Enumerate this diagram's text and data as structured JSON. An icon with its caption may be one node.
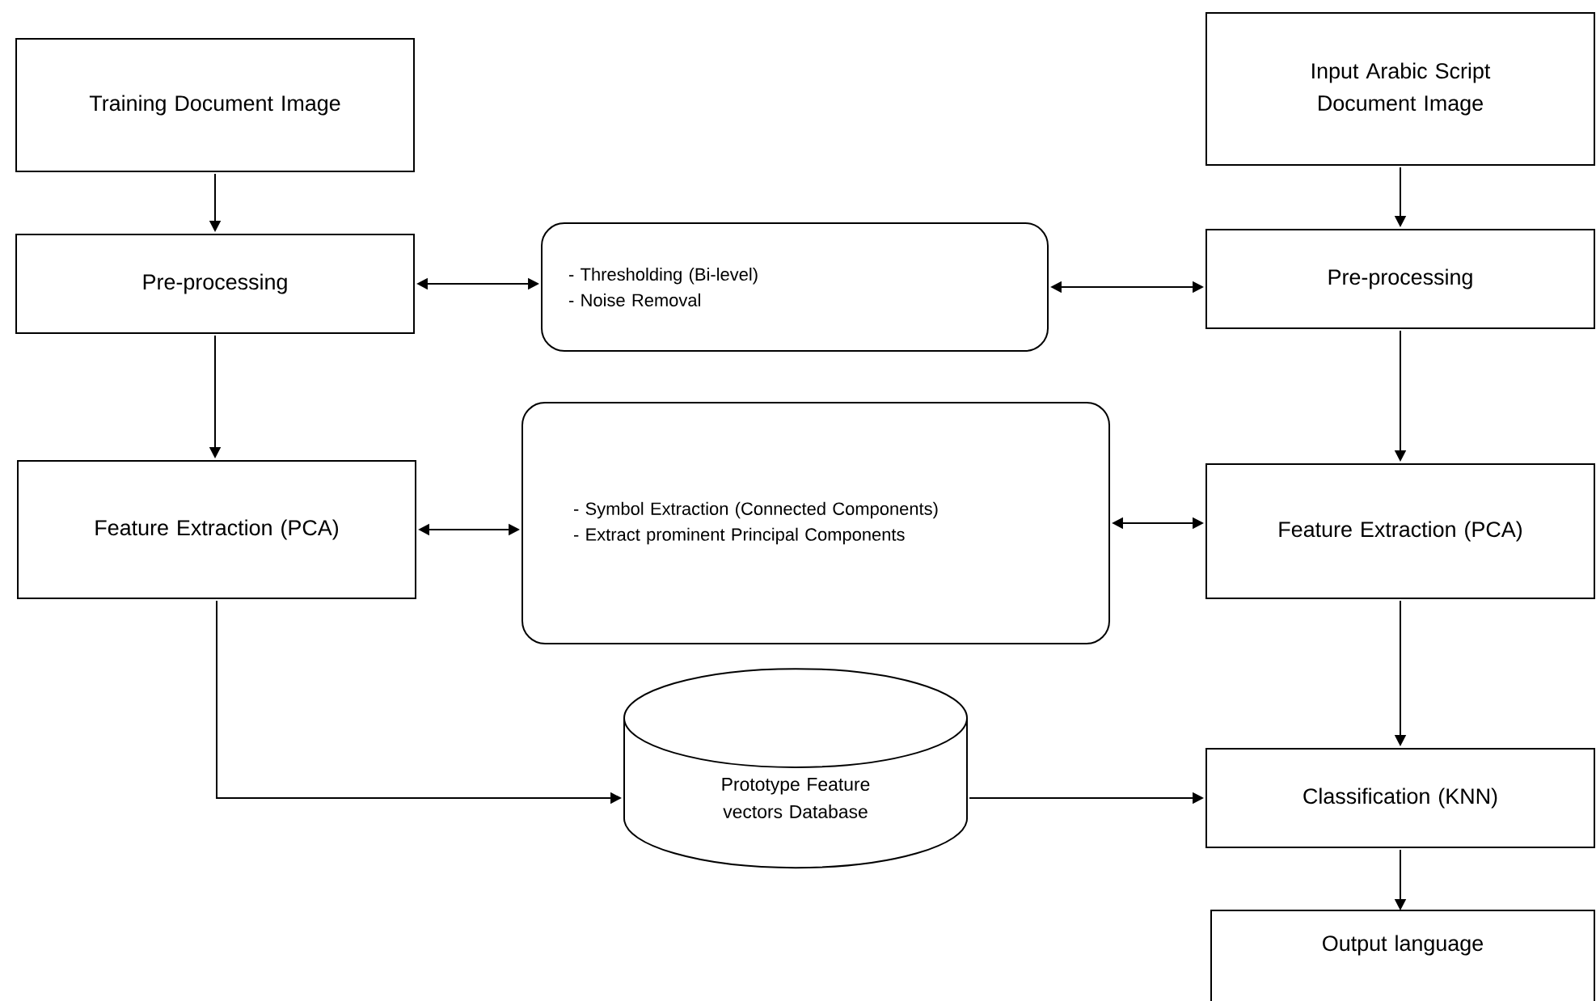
{
  "diagram": {
    "nodes": [
      {
        "text": [
          "Training Document Image"
        ]
      },
      {
        "text": [
          "Pre-processing"
        ]
      },
      {
        "text": [
          "- Thresholding (Bi-level)",
          "- Noise Removal"
        ]
      },
      {
        "text": [
          "Input Arabic Script Document Image"
        ]
      },
      {
        "text": [
          "Pre-processing"
        ]
      },
      {
        "text": [
          "Feature Extraction (PCA)"
        ]
      },
      {
        "text": [
          "- Symbol Extraction (Connected Components)",
          "- Extract prominent Principal Components"
        ]
      },
      {
        "text": [
          "Feature Extraction (PCA)"
        ]
      },
      {
        "text": [
          "Prototype Feature vectors Database"
        ]
      },
      {
        "text": [
          "Classification (KNN)"
        ]
      },
      {
        "text": [
          "Output language"
        ]
      }
    ],
    "edges": [
      {
        "from": 0,
        "to": 1,
        "arrow": "to"
      },
      {
        "from": 1,
        "to": 2,
        "arrow": "both"
      },
      {
        "from": 2,
        "to": 4,
        "arrow": "both"
      },
      {
        "from": 3,
        "to": 4,
        "arrow": "to"
      },
      {
        "from": 1,
        "to": 5,
        "arrow": "to"
      },
      {
        "from": 5,
        "to": 6,
        "arrow": "both"
      },
      {
        "from": 6,
        "to": 7,
        "arrow": "both"
      },
      {
        "from": 4,
        "to": 7,
        "arrow": "to"
      },
      {
        "from": 5,
        "to": 8,
        "arrow": "to"
      },
      {
        "from": 7,
        "to": 9,
        "arrow": "to"
      },
      {
        "from": 8,
        "to": 9,
        "arrow": "to"
      },
      {
        "from": 9,
        "to": 10,
        "arrow": "to"
      }
    ]
  }
}
